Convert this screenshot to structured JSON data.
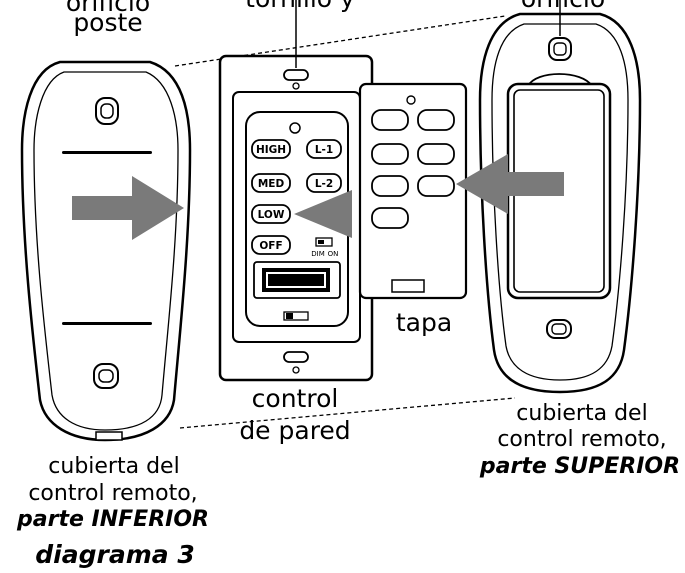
{
  "labels": {
    "poste_top_line": "orificio",
    "poste_bottom_line": "poste",
    "top_middle": "tornillo y",
    "top_right": "orificio",
    "tapa": "tapa",
    "control_de_pared_line1": "control",
    "control_de_pared_line2": "de pared",
    "right_cover_line1": "cubierta del",
    "right_cover_line2": "control remoto,",
    "right_cover_bold": "parte SUPERIOR",
    "left_cover_line1": "cubierta del",
    "left_cover_line2": "control remoto,",
    "left_cover_bold": "parte INFERIOR",
    "diagram_title": "diagrama 3"
  },
  "wall_control": {
    "buttons_left": [
      "HIGH",
      "MED",
      "LOW",
      "OFF"
    ],
    "buttons_right": [
      "L-1",
      "L-2"
    ],
    "switch_dim": "DIM",
    "switch_on": "ON"
  },
  "colors": {
    "arrow": "#7a7a7a",
    "line": "#000000",
    "cover_fill": "#ffffff"
  }
}
